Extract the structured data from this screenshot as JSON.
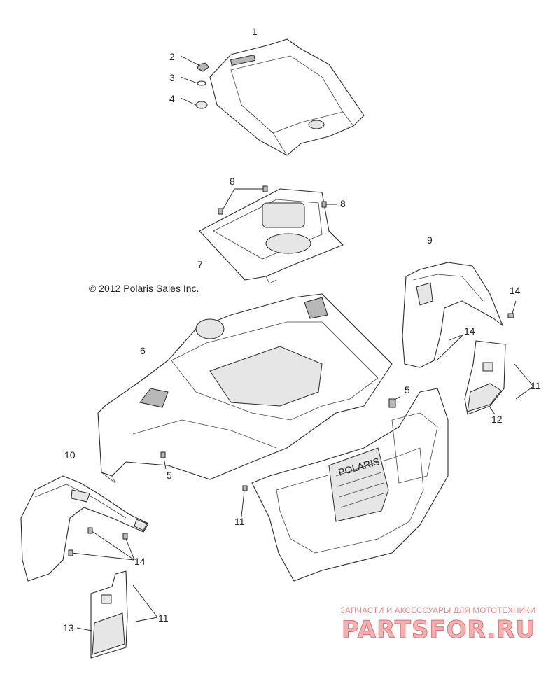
{
  "copyright": "© 2012 Polaris Sales Inc.",
  "callouts": {
    "c1": "1",
    "c2": "2",
    "c3": "3",
    "c4": "4",
    "c5a": "5",
    "c5b": "5",
    "c6": "6",
    "c7": "7",
    "c8a": "8",
    "c8b": "8",
    "c9": "9",
    "c10": "10",
    "c11a": "11",
    "c11b": "11",
    "c11c": "11",
    "c12": "12",
    "c13": "13",
    "c14a": "14",
    "c14b": "14",
    "c14c": "14"
  },
  "grille_brand": "POLARIS",
  "watermark": {
    "tagline": "ЗАПЧАСТИ И АКСЕССУАРЫ ДЛЯ МОТОТЕХНИКИ",
    "logo": "PARTSFOR.RU"
  }
}
